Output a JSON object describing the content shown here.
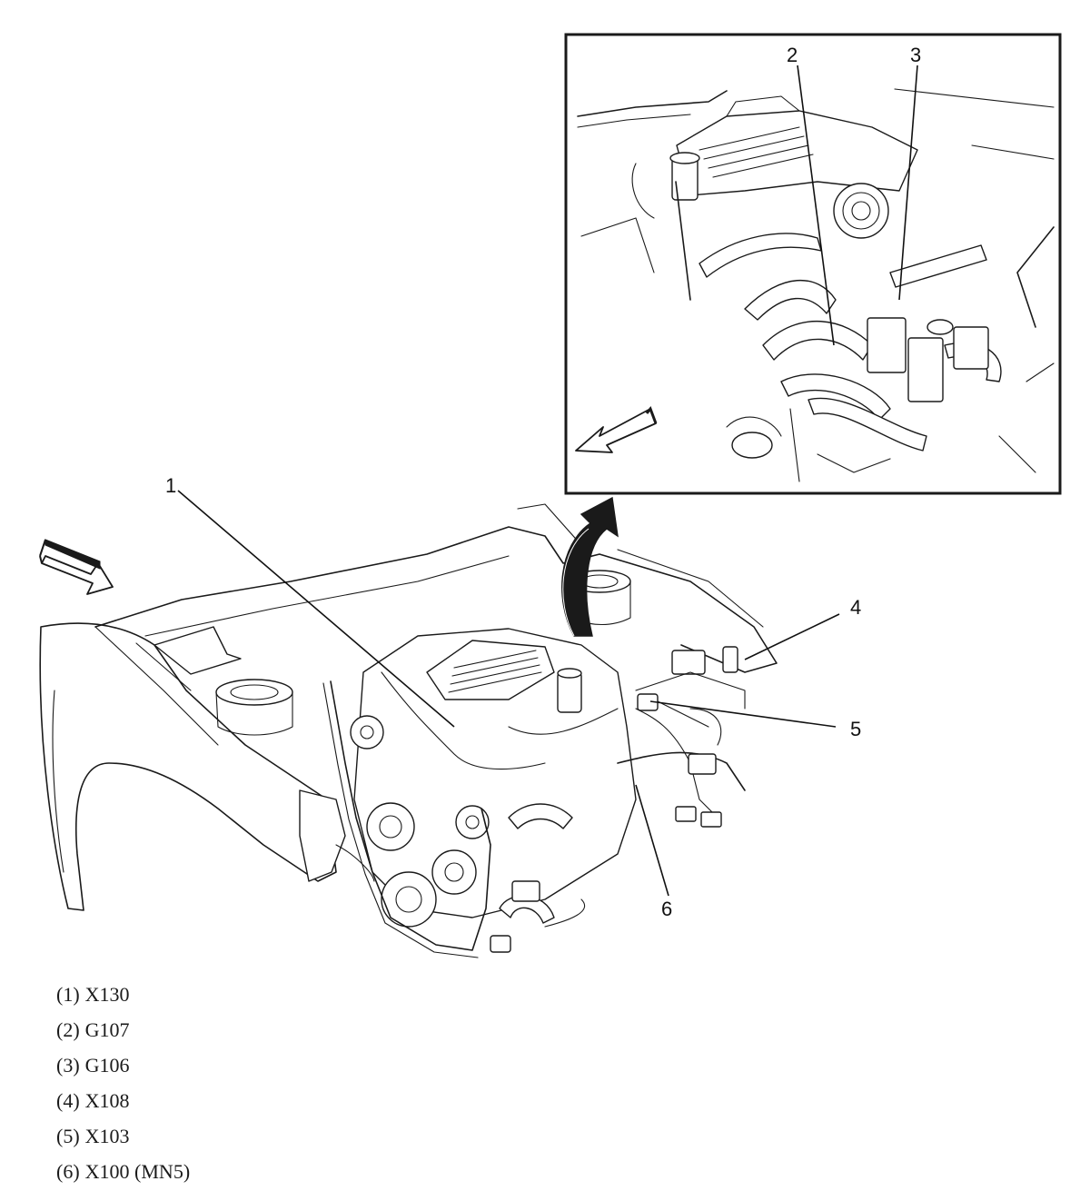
{
  "callouts": {
    "c1": "1",
    "c2": "2",
    "c3": "3",
    "c4": "4",
    "c5": "5",
    "c6": "6"
  },
  "legend": [
    {
      "num": "(1)",
      "text": "X130"
    },
    {
      "num": "(2)",
      "text": "G107"
    },
    {
      "num": "(3)",
      "text": "G106"
    },
    {
      "num": "(4)",
      "text": "X108"
    },
    {
      "num": "(5)",
      "text": "X103"
    },
    {
      "num": "(6)",
      "text": "X100 (MN5)"
    }
  ],
  "colors": {
    "ink": "#1a1a1a",
    "paper": "#ffffff"
  },
  "icons": [
    "direction-arrow-icon",
    "inset-view-arrow-icon",
    "forward-arrow-icon"
  ]
}
